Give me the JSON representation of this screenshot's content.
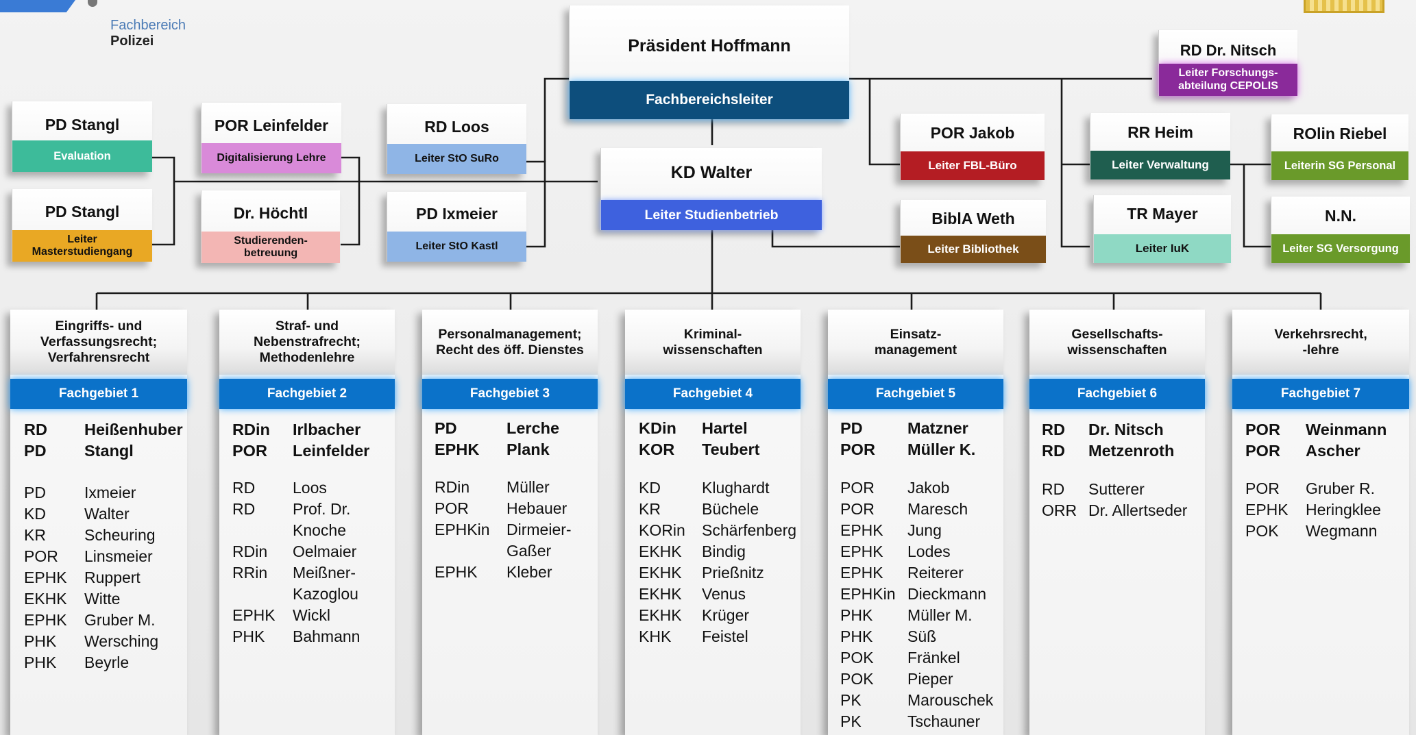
{
  "header": {
    "logo_line1": "Fachbereich",
    "logo_line2": "Polizei"
  },
  "top": {
    "president_name": "Präsident Hoffmann",
    "president_role": "Fachbereichsleiter",
    "studies_name": "KD Walter",
    "studies_role": "Leiter Studienbetrieb"
  },
  "left_boxes": [
    {
      "name": "PD Stangl",
      "role": "Evaluation",
      "color": "#3dbb9a"
    },
    {
      "name": "PD Stangl",
      "role": "Leiter\nMasterstudiengang",
      "color": "#e9a824"
    },
    {
      "name": "POR Leinfelder",
      "role": "Digitalisierung Lehre",
      "color": "#d98ad9"
    },
    {
      "name": "Dr. Höchtl",
      "role": "Studierenden-\nbetreuung",
      "color": "#f3b6b4"
    },
    {
      "name": "RD Loos",
      "role": "Leiter StO SuRo",
      "color": "#8fb5e6"
    },
    {
      "name": "PD Ixmeier",
      "role": "Leiter StO Kastl",
      "color": "#8fb5e6"
    }
  ],
  "right_boxes": [
    {
      "name": "RD Dr. Nitsch",
      "role": "Leiter Forschungs-\nabteilung CEPOLIS",
      "color": "#8a2a9a"
    },
    {
      "name": "POR Jakob",
      "role": "Leiter FBL-Büro",
      "color": "#b41d23"
    },
    {
      "name": "BiblA Weth",
      "role": "Leiter Bibliothek",
      "color": "#7a4e18"
    },
    {
      "name": "RR Heim",
      "role": "Leiter Verwaltung",
      "color": "#1f5e4f"
    },
    {
      "name": "TR Mayer",
      "role": "Leiter IuK",
      "color": "#8fd9c4"
    },
    {
      "name": "ROlin Riebel",
      "role": "Leiterin SG Personal",
      "color": "#6a9a2a"
    },
    {
      "name": "N.N.",
      "role": "Leiter SG Versorgung",
      "color": "#6a9a2a"
    }
  ],
  "fachgebiete": [
    {
      "title": "Eingriffs- und\nVerfassungsrecht;\nVerfahrensrecht",
      "label": "Fachgebiet  1",
      "leads": [
        {
          "rank": "RD",
          "name": "Heißenhuber"
        },
        {
          "rank": "PD",
          "name": "Stangl"
        }
      ],
      "members": [
        {
          "rank": "PD",
          "name": "Ixmeier"
        },
        {
          "rank": "KD",
          "name": "Walter"
        },
        {
          "rank": "KR",
          "name": "Scheuring"
        },
        {
          "rank": "POR",
          "name": "Linsmeier"
        },
        {
          "rank": "EPHK",
          "name": "Ruppert"
        },
        {
          "rank": "EKHK",
          "name": "Witte"
        },
        {
          "rank": "EPHK",
          "name": "Gruber M."
        },
        {
          "rank": "PHK",
          "name": "Wersching"
        },
        {
          "rank": "PHK",
          "name": "Beyrle"
        }
      ]
    },
    {
      "title": "Straf- und\nNebenstrafrecht;\nMethodenlehre",
      "label": "Fachgebiet  2",
      "leads": [
        {
          "rank": "RDin",
          "name": "Irlbacher"
        },
        {
          "rank": "POR",
          "name": "Leinfelder"
        }
      ],
      "members": [
        {
          "rank": "RD",
          "name": "Loos"
        },
        {
          "rank": "RD",
          "name": "Prof. Dr."
        },
        {
          "rank": "",
          "name": "Knoche"
        },
        {
          "rank": "RDin",
          "name": "Oelmaier"
        },
        {
          "rank": "RRin",
          "name": "Meißner-"
        },
        {
          "rank": "",
          "name": "Kazoglou"
        },
        {
          "rank": "EPHK",
          "name": "Wickl"
        },
        {
          "rank": "PHK",
          "name": "Bahmann"
        }
      ]
    },
    {
      "title": "Personalmanagement;\nRecht des öff. Dienstes",
      "label": "Fachgebiet  3",
      "leads": [
        {
          "rank": "PD",
          "name": "Lerche"
        },
        {
          "rank": "EPHK",
          "name": "Plank"
        }
      ],
      "members": [
        {
          "rank": "RDin",
          "name": "Müller"
        },
        {
          "rank": "POR",
          "name": "Hebauer"
        },
        {
          "rank": "EPHKin",
          "name": "Dirmeier-"
        },
        {
          "rank": "",
          "name": "Gaßer"
        },
        {
          "rank": "EPHK",
          "name": "Kleber"
        }
      ]
    },
    {
      "title": "Kriminal-\nwissenschaften",
      "label": "Fachgebiet  4",
      "leads": [
        {
          "rank": "KDin",
          "name": "Hartel"
        },
        {
          "rank": "KOR",
          "name": "Teubert"
        }
      ],
      "members": [
        {
          "rank": "KD",
          "name": "Klughardt"
        },
        {
          "rank": "KR",
          "name": "Büchele"
        },
        {
          "rank": "KORin",
          "name": "Schärfenberg"
        },
        {
          "rank": "EKHK",
          "name": "Bindig"
        },
        {
          "rank": "EKHK",
          "name": "Prießnitz"
        },
        {
          "rank": "EKHK",
          "name": "Venus"
        },
        {
          "rank": "EKHK",
          "name": "Krüger"
        },
        {
          "rank": "KHK",
          "name": "Feistel"
        }
      ]
    },
    {
      "title": "Einsatz-\nmanagement",
      "label": "Fachgebiet  5",
      "leads": [
        {
          "rank": "PD",
          "name": "Matzner"
        },
        {
          "rank": "POR",
          "name": "Müller K."
        }
      ],
      "members": [
        {
          "rank": "POR",
          "name": "Jakob"
        },
        {
          "rank": "POR",
          "name": "Maresch"
        },
        {
          "rank": "EPHK",
          "name": "Jung"
        },
        {
          "rank": "EPHK",
          "name": "Lodes"
        },
        {
          "rank": "EPHK",
          "name": "Reiterer"
        },
        {
          "rank": "EPHKin",
          "name": "Dieckmann"
        },
        {
          "rank": "PHK",
          "name": "Müller M."
        },
        {
          "rank": "PHK",
          "name": "Süß"
        },
        {
          "rank": "POK",
          "name": "Fränkel"
        },
        {
          "rank": "POK",
          "name": "Pieper"
        },
        {
          "rank": "PK",
          "name": "Marouschek"
        },
        {
          "rank": "PK",
          "name": "Tschauner"
        }
      ]
    },
    {
      "title": "Gesellschafts-\nwissenschaften",
      "label": "Fachgebiet  6",
      "leads": [
        {
          "rank": "RD",
          "name": "Dr.  Nitsch"
        },
        {
          "rank": "RD",
          "name": "Metzenroth"
        }
      ],
      "members": [
        {
          "rank": "RD",
          "name": "Sutterer"
        },
        {
          "rank": "ORR",
          "name": "Dr. Allertseder"
        }
      ]
    },
    {
      "title": "Verkehrsrecht,\n-lehre",
      "label": "Fachgebiet  7",
      "leads": [
        {
          "rank": "POR",
          "name": "Weinmann"
        },
        {
          "rank": "POR",
          "name": "Ascher"
        }
      ],
      "members": [
        {
          "rank": "POR",
          "name": "Gruber R."
        },
        {
          "rank": "EPHK",
          "name": "Heringklee"
        },
        {
          "rank": "POK",
          "name": "Wegmann"
        }
      ]
    }
  ]
}
